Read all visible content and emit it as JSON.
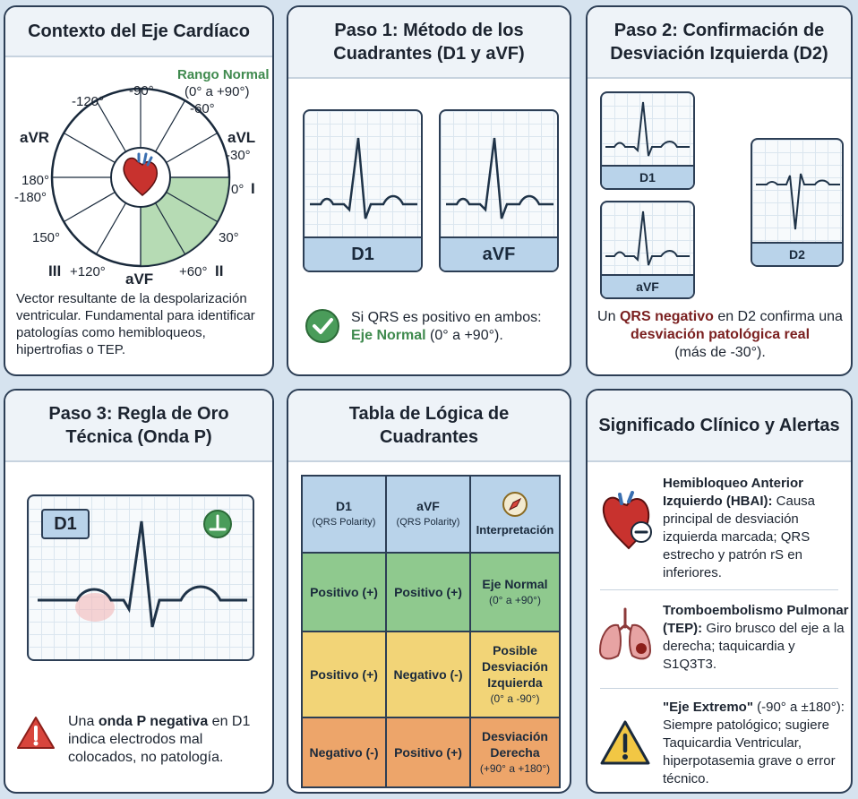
{
  "card1": {
    "title": "Contexto del Eje Cardíaco",
    "normal_range_title": "Rango Normal",
    "normal_range_value": "(0° a +90°)",
    "angles": {
      "m90": "-90°",
      "m120": "-120°",
      "m60": "-60°",
      "m30": "-30°",
      "d180": "180°",
      "m180": "-180°",
      "d0": "0°",
      "d30": "30°",
      "d150": "150°",
      "d120": "+120°",
      "d60": "+60°"
    },
    "leads": {
      "avr": "aVR",
      "avl": "aVL",
      "i": "I",
      "iii": "III",
      "avf": "aVF",
      "ii": "II"
    },
    "description": "Vector resultante de la despolarización ventricular. Fundamental para identificar patologías como hemibloqueos, hipertrofias o TEP."
  },
  "card2": {
    "title": "Paso 1: Método de los Cuadrantes (D1 y aVF)",
    "lead_a": "D1",
    "lead_b": "aVF",
    "note_prefix": "Si QRS es positivo en ambos:",
    "note_highlight": "Eje Normal",
    "note_suffix": "(0° a +90°)."
  },
  "card3": {
    "title": "Paso 2: Confirmación de Desviación Izquierda (D2)",
    "lead_a": "D1",
    "lead_b": "aVF",
    "lead_c": "D2",
    "note_1": "Un",
    "note_2": "QRS negativo",
    "note_3": "en D2 confirma una",
    "note_4": "desviación patológica real",
    "note_5": "(más de -30°)."
  },
  "card4": {
    "title": "Paso 3: Regla de Oro Técnica (Onda P)",
    "lead": "D1",
    "note_1": "Una",
    "note_2": "onda P negativa",
    "note_3": "en D1 indica electrodos mal colocados, no patología."
  },
  "card5": {
    "title": "Tabla de Lógica de Cuadrantes",
    "headers": [
      {
        "main": "D1",
        "sub": "(QRS Polarity)"
      },
      {
        "main": "aVF",
        "sub": "(QRS Polarity)"
      },
      {
        "main": "Interpretación",
        "sub": ""
      }
    ],
    "rows": [
      {
        "d1": "Positivo (+)",
        "avf": "Positivo (+)",
        "interp": "Eje Normal",
        "range": "(0° a +90°)"
      },
      {
        "d1": "Positivo (+)",
        "avf": "Negativo (-)",
        "interp": "Posible Desviación Izquierda",
        "range": "(0° a -90°)"
      },
      {
        "d1": "Negativo (-)",
        "avf": "Positivo (+)",
        "interp": "Desviación Derecha",
        "range": "(+90° a +180°)"
      }
    ],
    "colors": {
      "green": "#8fc98e",
      "yellow": "#f2d477",
      "orange": "#eda56a",
      "header": "#b9d3ea"
    }
  },
  "card6": {
    "title": "Significado Clínico y Alertas",
    "items": [
      {
        "bold": "Hemibloqueo Anterior Izquierdo (HBAI):",
        "text": "Causa principal de desviación izquierda marcada; QRS estrecho y patrón rS en inferiores."
      },
      {
        "bold": "Tromboembolismo Pulmonar (TEP):",
        "text": "Giro brusco del eje a la derecha; taquicardia y S1Q3T3."
      },
      {
        "bold": "\"Eje Extremo\"",
        "range": "(-90° a ±180°):",
        "text": "Siempre patológico; sugiere Taquicardia Ventricular, hiperpotasemia grave o error técnico."
      }
    ]
  }
}
